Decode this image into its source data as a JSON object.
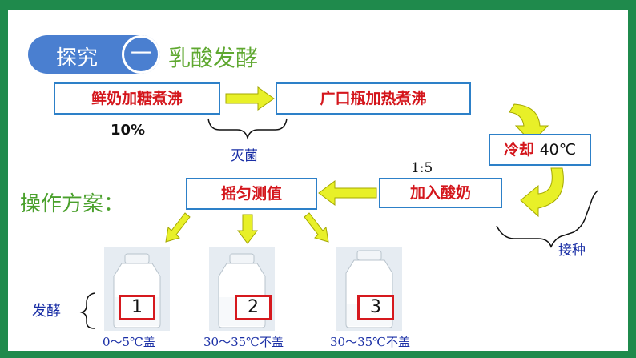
{
  "header": {
    "pill_text": "探究",
    "pill_number": "一",
    "title": "乳酸发酵"
  },
  "flow": {
    "step1": "鲜奶加糖煮沸",
    "step1_note": "10%",
    "step2": "广口瓶加热煮沸",
    "sterilize_label": "灭菌",
    "cool_label": "冷却",
    "cool_temp": "40℃",
    "ratio": "1:5",
    "add_yogurt": "加入酸奶",
    "inoculate_label": "接种",
    "shake": "摇匀测值"
  },
  "plan_label": "操作方案：",
  "ferment_label": "发酵",
  "jars": [
    {
      "number": "1",
      "condition": "0～5℃盖"
    },
    {
      "number": "2",
      "condition": "30～35℃不盖"
    },
    {
      "number": "3",
      "condition": "30～35℃不盖"
    }
  ],
  "colors": {
    "frame": "#1f8a4c",
    "pill": "#4a7fd0",
    "title": "#5fa830",
    "box_border": "#2d80c8",
    "box_text": "#d4161c",
    "arrow": "#e8f028",
    "label_blue": "#1a2fa6"
  }
}
